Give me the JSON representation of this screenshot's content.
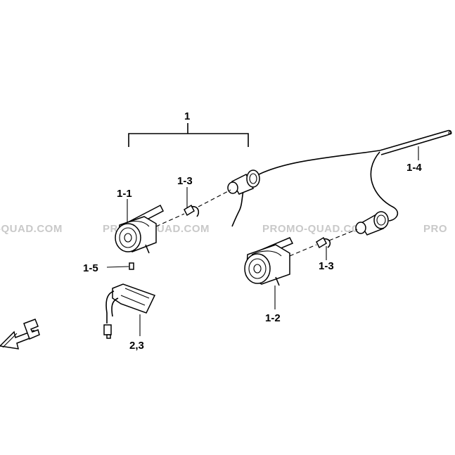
{
  "labels": {
    "assembly": "1",
    "left_lamp": "1-1",
    "left_bulb": "1-3",
    "clip": "1-5",
    "right_lamp": "1-2",
    "right_bulb": "1-3",
    "harness": "1-4",
    "relay": "2,3"
  },
  "watermark": {
    "left": "-QUAD.COM",
    "mid1": "PROMO-QUAD.COM",
    "mid2": "PROMO-QUAD.COM",
    "right": "PRO"
  }
}
